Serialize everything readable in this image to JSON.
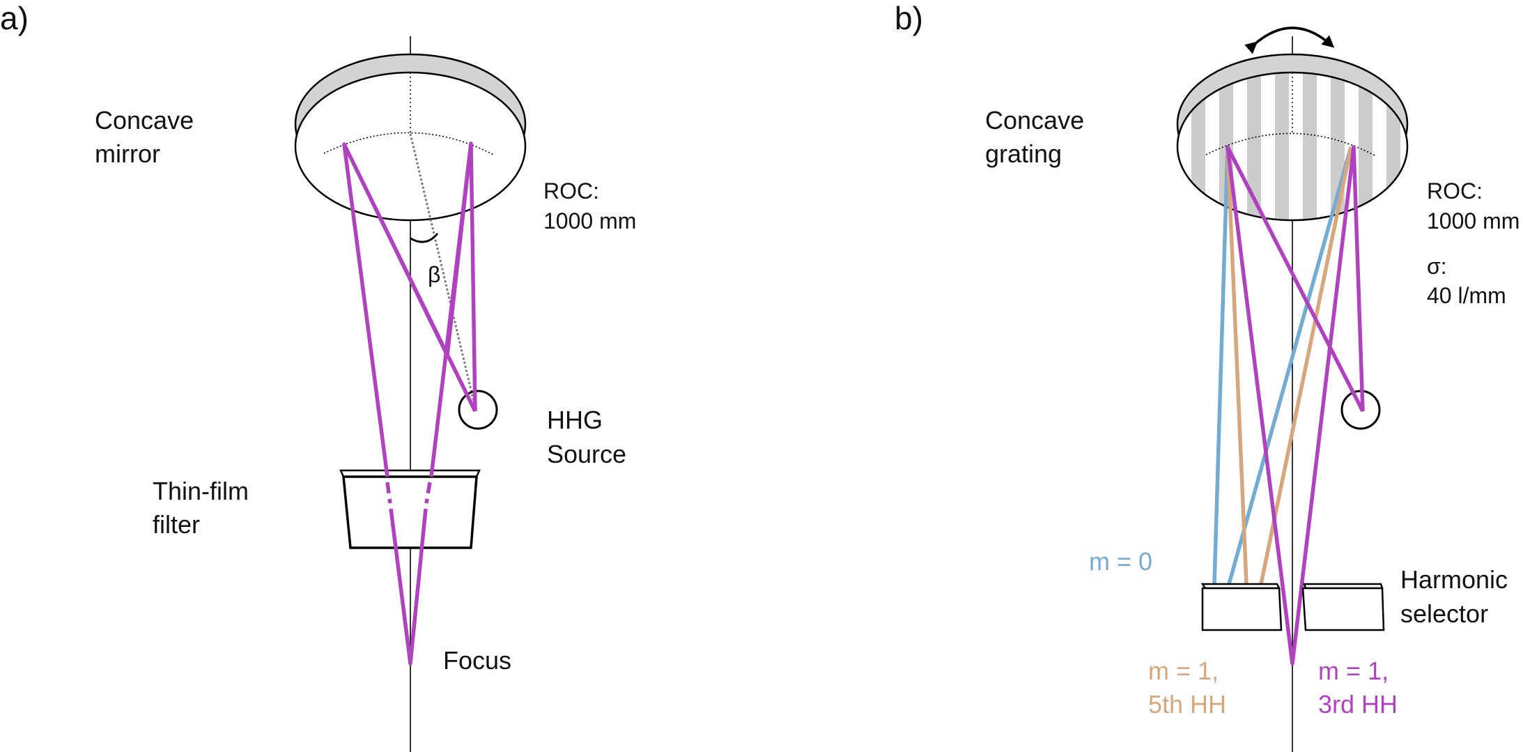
{
  "panel_a": {
    "panel_label": "a)",
    "mirror_label_line1": "Concave",
    "mirror_label_line2": "mirror",
    "roc_label_line1": "ROC:",
    "roc_label_line2": "1000 mm",
    "angle_label": "β",
    "source_label_line1": "HHG",
    "source_label_line2": "Source",
    "filter_label_line1": "Thin-film",
    "filter_label_line2": "filter",
    "focus_label": "Focus"
  },
  "panel_b": {
    "panel_label": "b)",
    "grating_label_line1": "Concave",
    "grating_label_line2": "grating",
    "roc_label_line1": "ROC:",
    "roc_label_line2": "1000 mm",
    "sigma_label_line1": "σ:",
    "sigma_label_line2": "40 l/mm",
    "m0_label": "m = 0",
    "selector_label_line1": "Harmonic",
    "selector_label_line2": "selector",
    "m1_5th_label_line1": "m = 1,",
    "m1_5th_label_line2": "5th HH",
    "m1_3rd_label_line1": "m = 1,",
    "m1_3rd_label_line2": "3rd HH"
  },
  "colors": {
    "beam_purple": "#b042c0",
    "order0_blue": "#72acd2",
    "order1_5th_tan": "#d7a67d",
    "order1_3rd_purple": "#b042c0",
    "mirror_rim_gray": "#d3d3d3",
    "grating_stripe_gray": "#cccccc"
  }
}
